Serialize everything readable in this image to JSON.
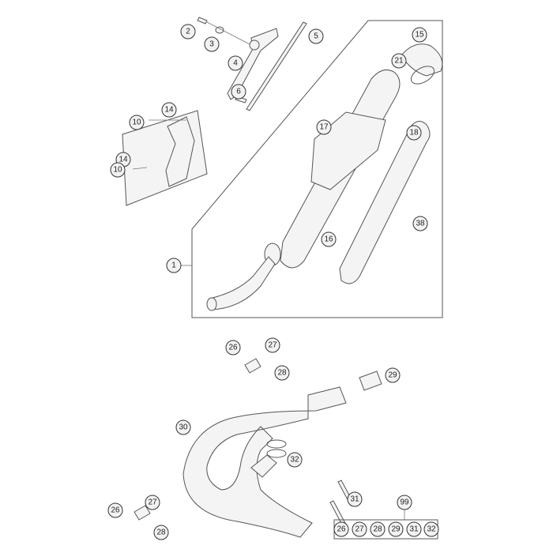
{
  "diagram": {
    "type": "exploded parts diagram",
    "callouts": [
      "2",
      "3",
      "4",
      "5",
      "6",
      "14",
      "10",
      "14",
      "10",
      "15",
      "21",
      "17",
      "18",
      "38",
      "16",
      "1",
      "26",
      "27",
      "28",
      "29",
      "30",
      "32",
      "31",
      "99",
      "26",
      "27",
      "28",
      "29",
      "31",
      "32",
      "26",
      "27",
      "28"
    ]
  }
}
